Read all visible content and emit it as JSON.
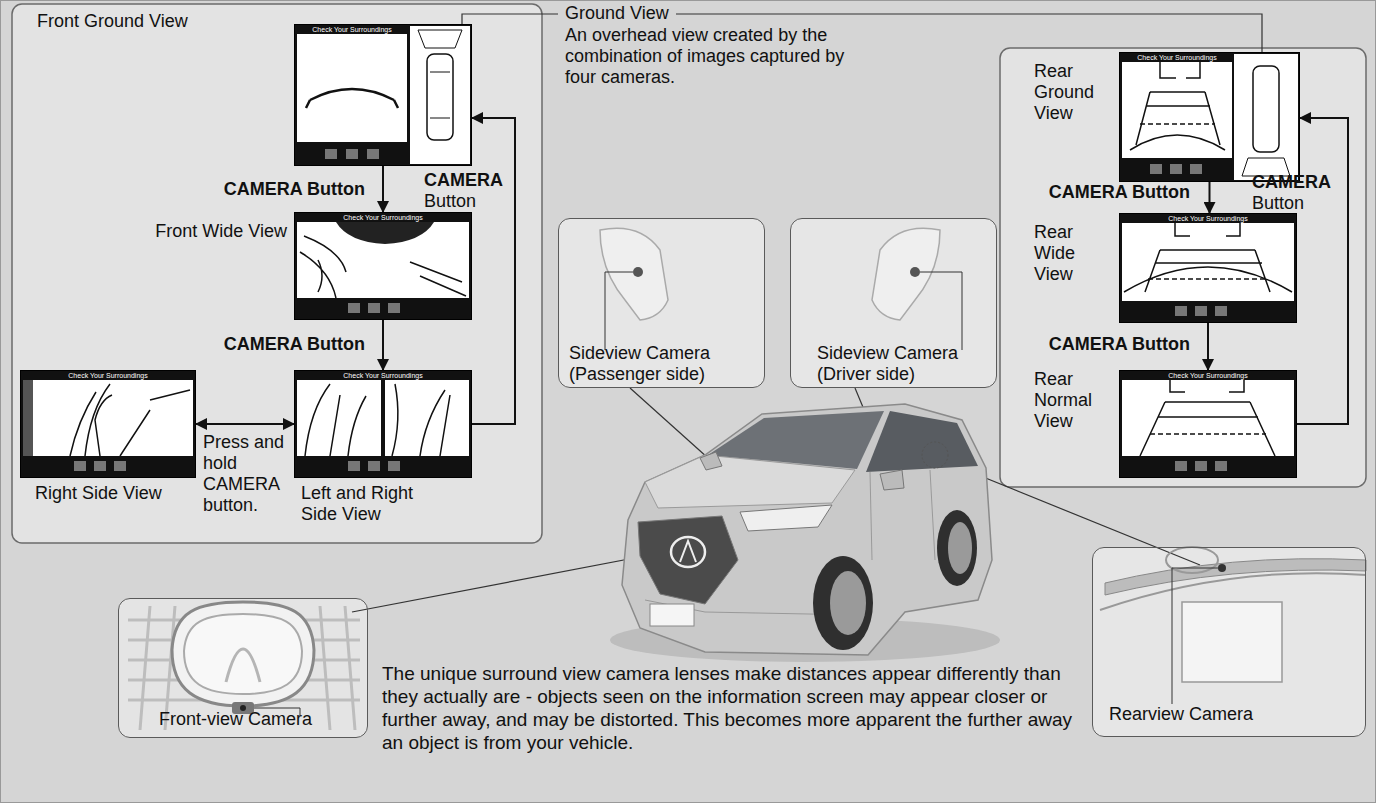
{
  "diagram": {
    "nodes": [
      {
        "text": [
          "Front Ground View",
          "Check Your Surroundings"
        ]
      },
      {
        "text": [
          "Front Wide View",
          "Check Your Surroundings"
        ]
      },
      {
        "text": [
          "Left and Right Side View",
          "Check Your Surroundings"
        ]
      },
      {
        "text": [
          "Right Side View",
          "Check Your Surroundings"
        ]
      },
      {
        "text": [
          "Sideview Camera (Passenger side)"
        ]
      },
      {
        "text": [
          "Sideview Camera (Driver side)"
        ]
      },
      {
        "text": [
          "Rear Ground View",
          "Check Your Surroundings"
        ]
      },
      {
        "text": [
          "Rear Wide View",
          "Check Your Surroundings"
        ]
      },
      {
        "text": [
          "Rear Normal View",
          "Check Your Surroundings"
        ]
      },
      {
        "text": [
          "Front-view Camera"
        ]
      },
      {
        "text": [
          "Rearview Camera"
        ]
      }
    ],
    "edges": [
      {
        "from": 0,
        "to": 1,
        "label": "CAMERA Button",
        "arrow": "to"
      },
      {
        "from": 1,
        "to": 2,
        "label": "CAMERA Button",
        "arrow": "to"
      },
      {
        "from": 3,
        "to": 2,
        "label": "Press and hold CAMERA button.",
        "arrow": "both"
      },
      {
        "from": 2,
        "to": 0,
        "label": "CAMERA Button",
        "arrow": "to"
      },
      {
        "from": 6,
        "to": 7,
        "label": "CAMERA Button",
        "arrow": "to"
      },
      {
        "from": 7,
        "to": 8,
        "label": "CAMERA Button",
        "arrow": "to"
      },
      {
        "from": 8,
        "to": 6,
        "label": "CAMERA Button",
        "arrow": "to"
      }
    ],
    "labels": [
      "Ground View",
      "An overhead view created by the combination of images captured by four cameras.",
      "The unique surround view camera lenses make distances appear differently than they actually are - objects seen on the information screen may appear closer or further away, and may be distorted. This becomes more apparent the further away an object is from your vehicle."
    ]
  }
}
